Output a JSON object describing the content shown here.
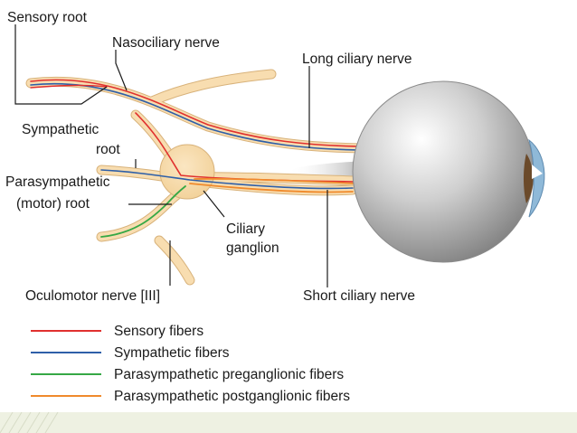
{
  "labels": {
    "sensory_root": "Sensory root",
    "nasociliary_nerve": "Nasociliary nerve",
    "long_ciliary_nerve": "Long ciliary nerve",
    "sympathetic_root_line1": "Sympathetic",
    "sympathetic_root_line2": "root",
    "parasympathetic_root_line1": "Parasympathetic",
    "parasympathetic_root_line2": "(motor) root",
    "ciliary_ganglion_line1": "Ciliary",
    "ciliary_ganglion_line2": "ganglion",
    "oculomotor_nerve": "Oculomotor nerve [III]",
    "short_ciliary_nerve": "Short ciliary nerve"
  },
  "legend": [
    {
      "label": "Sensory fibers",
      "color": "#e0312f"
    },
    {
      "label": "Sympathetic fibers",
      "color": "#2e5fa8"
    },
    {
      "label": "Parasympathetic preganglionic fibers",
      "color": "#36a845"
    },
    {
      "label": "Parasympathetic postganglionic fibers",
      "color": "#f08a2c"
    }
  ],
  "colors": {
    "nerve_fill": "#f8ddb0",
    "nerve_edge": "#d8b27a",
    "eyeball": "#b8b8b8",
    "cornea": "#8fb9d8",
    "footer_band": "#eef1e2"
  }
}
